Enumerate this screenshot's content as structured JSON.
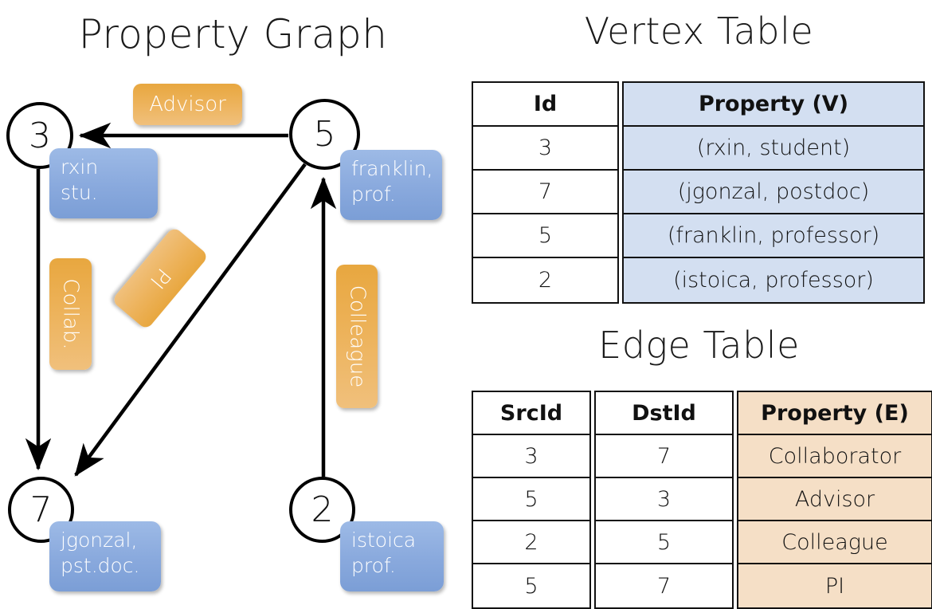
{
  "graph": {
    "title": "Property Graph",
    "nodes": [
      {
        "id": "3",
        "property_lines": [
          "rxin",
          "stu."
        ]
      },
      {
        "id": "5",
        "property_lines": [
          "franklin,",
          "prof."
        ]
      },
      {
        "id": "7",
        "property_lines": [
          "jgonzal,",
          "pst.doc."
        ]
      },
      {
        "id": "2",
        "property_lines": [
          "istoica",
          "prof."
        ]
      }
    ],
    "edge_labels": [
      {
        "text": "Advisor",
        "orientation": "horizontal"
      },
      {
        "text": "Collab.",
        "orientation": "vertical"
      },
      {
        "text": "PI",
        "orientation": "diagonal"
      },
      {
        "text": "Colleague",
        "orientation": "vertical"
      }
    ],
    "colors": {
      "node_property_box": "#89a9dd",
      "edge_label_box": "#edb35c",
      "stroke": "#000000"
    }
  },
  "vertex_table": {
    "title": "Vertex Table",
    "headers": [
      "Id",
      "Property (V)"
    ],
    "rows": [
      {
        "id": "3",
        "property": "(rxin, student)"
      },
      {
        "id": "7",
        "property": "(jgonzal, postdoc)"
      },
      {
        "id": "5",
        "property": "(franklin, professor)"
      },
      {
        "id": "2",
        "property": "(istoica, professor)"
      }
    ],
    "property_cell_color": "#d3dff1"
  },
  "edge_table": {
    "title": "Edge Table",
    "headers": [
      "SrcId",
      "DstId",
      "Property (E)"
    ],
    "rows": [
      {
        "src": "3",
        "dst": "7",
        "property": "Collaborator"
      },
      {
        "src": "5",
        "dst": "3",
        "property": "Advisor"
      },
      {
        "src": "2",
        "dst": "5",
        "property": "Colleague"
      },
      {
        "src": "5",
        "dst": "7",
        "property": "PI"
      }
    ],
    "property_cell_color": "#f5dfc6"
  }
}
